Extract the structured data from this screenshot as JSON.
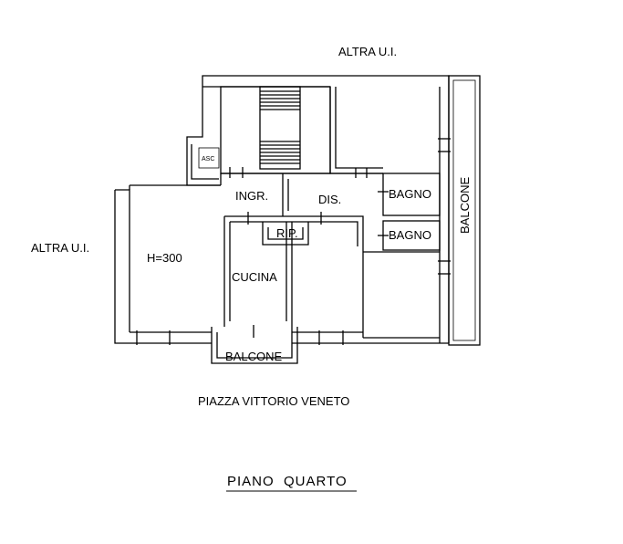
{
  "plan": {
    "neighbors": {
      "top": "ALTRA U.I.",
      "left": "ALTRA U.I."
    },
    "rooms": {
      "ingresso": "INGR.",
      "disimpegno": "DIS.",
      "bagno_1": "BAGNO",
      "bagno_2": "BAGNO",
      "ripostiglio": "RIP.",
      "cucina": "CUCINA",
      "height": "H=300",
      "elevator": "ASC"
    },
    "balconies": {
      "front": "BALCONE",
      "side": "BALCONE"
    },
    "street": "PIAZZA VITTORIO VENETO",
    "floor_title": "PIANO  QUARTO"
  }
}
